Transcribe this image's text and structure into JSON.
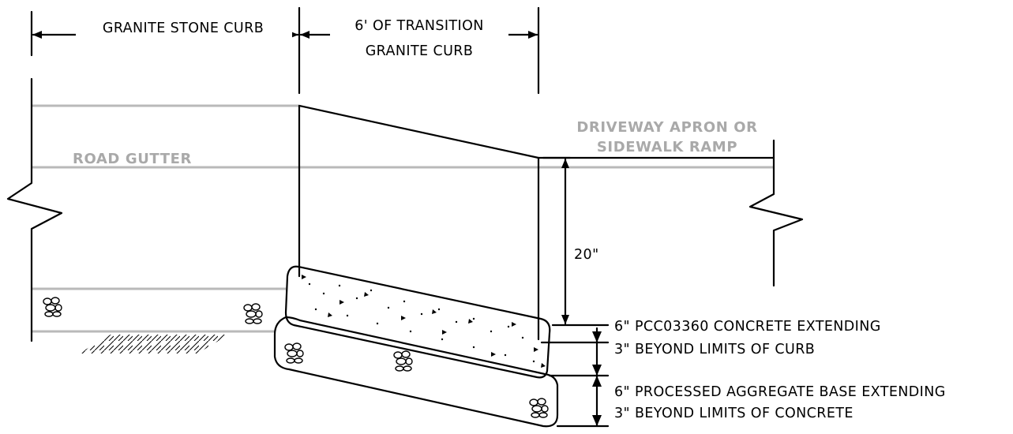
{
  "labels": {
    "granite_stone_curb": "GRANITE STONE CURB",
    "transition_line1": "6' OF TRANSITION",
    "transition_line2": "GRANITE CURB",
    "driveway_line1": "DRIVEWAY APRON OR",
    "driveway_line2": "SIDEWALK RAMP",
    "road_gutter": "ROAD GUTTER",
    "height_dim": "20\"",
    "concrete_line1": "6\" PCC03360 CONCRETE EXTENDING",
    "concrete_line2": "3\" BEYOND LIMITS OF CURB",
    "base_line1": "6\" PROCESSED AGGREGATE BASE EXTENDING",
    "base_line2": "3\" BEYOND LIMITS OF CONCRETE"
  },
  "colors": {
    "line": "#000000",
    "gray_line": "#b9b9b9",
    "gray_text": "#a9a9a9",
    "background": "#ffffff"
  }
}
